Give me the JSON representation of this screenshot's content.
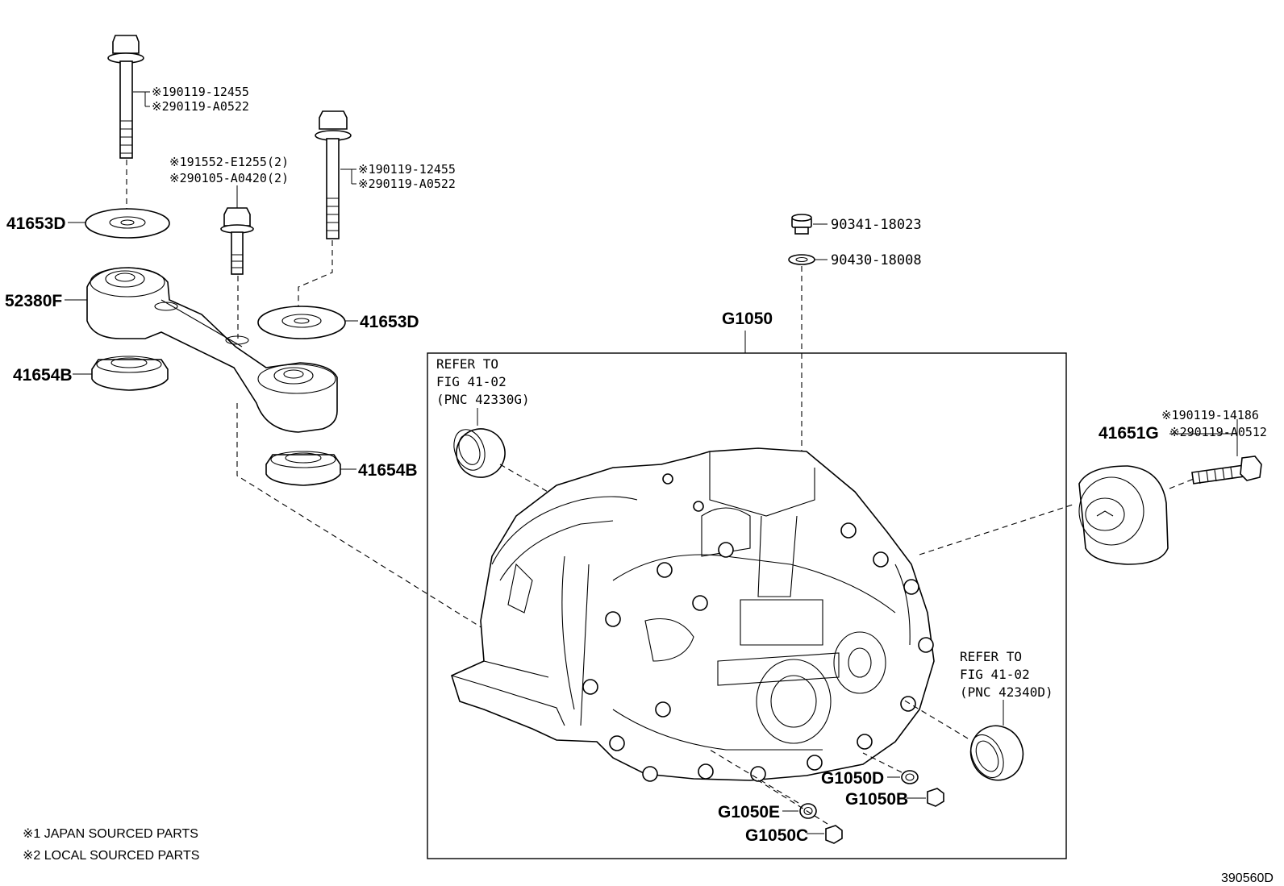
{
  "diagram": {
    "assembly_label": "G1050",
    "drawing_number": "390560D",
    "refer_left": [
      "REFER TO",
      "FIG 41-02",
      "(PNC 42330G)"
    ],
    "refer_right": [
      "REFER TO",
      "FIG 41-02",
      "(PNC 42340D)"
    ],
    "parts": {
      "washer_top": "41653D",
      "washer_mid": "41653D",
      "bracket": "52380F",
      "bushing_left": "41654B",
      "bushing_right": "41654B",
      "mount_right": "41651G",
      "plug": "90341-18023",
      "gasket": "90430-18008",
      "g1050d": "G1050D",
      "g1050b": "G1050B",
      "g1050e": "G1050E",
      "g1050c": "G1050C"
    },
    "bolt_notes": {
      "left_bolt": [
        "※190119-12455",
        "※290119-A0522"
      ],
      "short_bolt": [
        "※191552-E1255(2)",
        "※290105-A0420(2)"
      ],
      "mid_bolt": [
        "※190119-12455",
        "※290119-A0522"
      ],
      "right_bolt": [
        "※190119-14186",
        "※290119-A0512"
      ]
    },
    "legend": [
      "※1 JAPAN SOURCED PARTS",
      "※2 LOCAL SOURCED PARTS"
    ]
  }
}
